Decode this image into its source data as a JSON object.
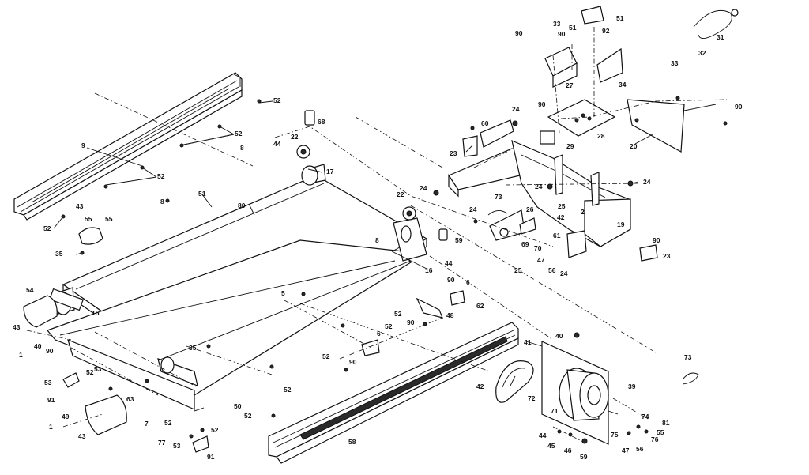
{
  "diagram": {
    "callouts": [
      {
        "id": "c-9",
        "text": "9"
      },
      {
        "id": "c-52a",
        "text": "52"
      },
      {
        "id": "c-52b",
        "text": "52"
      },
      {
        "id": "c-52c",
        "text": "52"
      },
      {
        "id": "c-52d",
        "text": "52"
      },
      {
        "id": "c-43a",
        "text": "43"
      },
      {
        "id": "c-55a",
        "text": "55"
      },
      {
        "id": "c-8a",
        "text": "8"
      },
      {
        "id": "c-51a",
        "text": "51"
      },
      {
        "id": "c-80",
        "text": "80"
      },
      {
        "id": "c-44a",
        "text": "44"
      },
      {
        "id": "c-8b",
        "text": "8"
      },
      {
        "id": "c-22a",
        "text": "22"
      },
      {
        "id": "c-68",
        "text": "68"
      },
      {
        "id": "c-17",
        "text": "17"
      },
      {
        "id": "c-35a",
        "text": "35"
      },
      {
        "id": "c-54",
        "text": "54"
      },
      {
        "id": "c-15",
        "text": "15"
      },
      {
        "id": "c-43b",
        "text": "43"
      },
      {
        "id": "c-40a",
        "text": "40"
      },
      {
        "id": "c-90a",
        "text": "90"
      },
      {
        "id": "c-1a",
        "text": "1"
      },
      {
        "id": "c-35b",
        "text": "35"
      },
      {
        "id": "c-53a",
        "text": "53"
      },
      {
        "id": "c-52e",
        "text": "52"
      },
      {
        "id": "c-53b",
        "text": "53"
      },
      {
        "id": "c-91a",
        "text": "91"
      },
      {
        "id": "c-49",
        "text": "49"
      },
      {
        "id": "c-1b",
        "text": "1"
      },
      {
        "id": "c-43c",
        "text": "43"
      },
      {
        "id": "c-63",
        "text": "63"
      },
      {
        "id": "c-7",
        "text": "7"
      },
      {
        "id": "c-77",
        "text": "77"
      },
      {
        "id": "c-53c",
        "text": "53"
      },
      {
        "id": "c-91b",
        "text": "91"
      },
      {
        "id": "c-52f",
        "text": "52"
      },
      {
        "id": "c-50",
        "text": "50"
      },
      {
        "id": "c-52g",
        "text": "52"
      },
      {
        "id": "c-52h",
        "text": "52"
      },
      {
        "id": "c-5",
        "text": "5"
      },
      {
        "id": "c-58",
        "text": "58"
      },
      {
        "id": "c-22b",
        "text": "22"
      },
      {
        "id": "c-8c",
        "text": "8"
      },
      {
        "id": "c-59",
        "text": "59"
      },
      {
        "id": "c-44b",
        "text": "44"
      },
      {
        "id": "c-16",
        "text": "16"
      },
      {
        "id": "c-90b",
        "text": "90"
      },
      {
        "id": "c-6a",
        "text": "6"
      },
      {
        "id": "c-52i",
        "text": "52"
      },
      {
        "id": "c-62",
        "text": "62"
      },
      {
        "id": "c-90c",
        "text": "90"
      },
      {
        "id": "c-48",
        "text": "48"
      },
      {
        "id": "c-52j",
        "text": "52"
      },
      {
        "id": "c-6b",
        "text": "6"
      },
      {
        "id": "c-52k",
        "text": "52"
      },
      {
        "id": "c-90d",
        "text": "90"
      },
      {
        "id": "c-52l",
        "text": "52"
      },
      {
        "id": "c-55b",
        "text": "55"
      },
      {
        "id": "c-90e",
        "text": "90"
      },
      {
        "id": "c-33a",
        "text": "33"
      },
      {
        "id": "c-90f",
        "text": "90"
      },
      {
        "id": "c-51b",
        "text": "51"
      },
      {
        "id": "c-92",
        "text": "92"
      },
      {
        "id": "c-51c",
        "text": "51"
      },
      {
        "id": "c-31",
        "text": "31"
      },
      {
        "id": "c-32",
        "text": "32"
      },
      {
        "id": "c-33b",
        "text": "33"
      },
      {
        "id": "c-27",
        "text": "27"
      },
      {
        "id": "c-34",
        "text": "34"
      },
      {
        "id": "c-90g",
        "text": "90"
      },
      {
        "id": "c-24a",
        "text": "24"
      },
      {
        "id": "c-90h",
        "text": "90"
      },
      {
        "id": "c-60",
        "text": "60"
      },
      {
        "id": "c-29",
        "text": "29"
      },
      {
        "id": "c-28",
        "text": "28"
      },
      {
        "id": "c-20",
        "text": "20"
      },
      {
        "id": "c-23a",
        "text": "23"
      },
      {
        "id": "c-24b",
        "text": "24"
      },
      {
        "id": "c-24c",
        "text": "24"
      },
      {
        "id": "c-24d",
        "text": "24"
      },
      {
        "id": "c-73a",
        "text": "73"
      },
      {
        "id": "c-26",
        "text": "26"
      },
      {
        "id": "c-24e",
        "text": "24"
      },
      {
        "id": "c-25a",
        "text": "25"
      },
      {
        "id": "c-2",
        "text": "2"
      },
      {
        "id": "c-42a",
        "text": "42"
      },
      {
        "id": "c-19",
        "text": "19"
      },
      {
        "id": "c-61a",
        "text": "61"
      },
      {
        "id": "c-69",
        "text": "69"
      },
      {
        "id": "c-70",
        "text": "70"
      },
      {
        "id": "c-47a",
        "text": "47"
      },
      {
        "id": "c-56a",
        "text": "56"
      },
      {
        "id": "c-24f",
        "text": "24"
      },
      {
        "id": "c-25b",
        "text": "25"
      },
      {
        "id": "c-90i",
        "text": "90"
      },
      {
        "id": "c-23b",
        "text": "23"
      },
      {
        "id": "c-40b",
        "text": "40"
      },
      {
        "id": "c-41",
        "text": "41"
      },
      {
        "id": "c-73b",
        "text": "73"
      },
      {
        "id": "c-42b",
        "text": "42"
      },
      {
        "id": "c-72",
        "text": "72"
      },
      {
        "id": "c-71",
        "text": "71"
      },
      {
        "id": "c-39",
        "text": "39"
      },
      {
        "id": "c-74",
        "text": "74"
      },
      {
        "id": "c-81",
        "text": "81"
      },
      {
        "id": "c-55c",
        "text": "55"
      },
      {
        "id": "c-76",
        "text": "76"
      },
      {
        "id": "c-75",
        "text": "75"
      },
      {
        "id": "c-47b",
        "text": "47"
      },
      {
        "id": "c-56b",
        "text": "56"
      },
      {
        "id": "c-44c",
        "text": "44"
      },
      {
        "id": "c-45",
        "text": "45"
      },
      {
        "id": "c-46",
        "text": "46"
      },
      {
        "id": "c-59b",
        "text": "59"
      }
    ]
  }
}
